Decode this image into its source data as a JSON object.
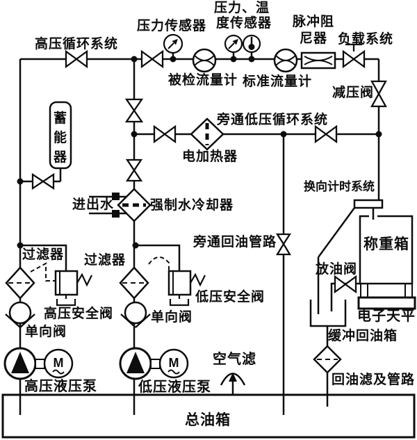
{
  "colors": {
    "line": "#0d0d0d",
    "background": "#ffffff"
  },
  "top": {
    "hp_circulation": "高压循环系统",
    "pressure_sensor": "压力传感器",
    "pt_sensor_line1": "压力、温",
    "pt_sensor_line2": "度传感器",
    "pulse_damper_line1": "脉冲阻",
    "pulse_damper_line2": "尼器",
    "load_system": "负载系统",
    "tested_flowmeter": "被检流量计",
    "standard_flowmeter": "标准流量计",
    "pressure_reducing_valve": "减压阀"
  },
  "middle": {
    "accumulator": "蓄能器",
    "bypass_lp_circulation": "旁通低压循环系统",
    "electric_heater": "电加热器",
    "water_in_out": "进出水",
    "forced_water_cooler": "强制水冷却器",
    "bypass_oil_return": "旁通回油管路",
    "reversing_timing": "换向计时系统"
  },
  "left": {
    "filter_hp": "过滤器",
    "filter_lp": "过滤器",
    "hp_safety_valve": "高压安全阀",
    "lp_safety_valve": "低压安全阀",
    "check_valve_hp": "单向阀",
    "check_valve_lp": "单向阀",
    "hp_pump": "高压液压泵",
    "lp_pump": "低压液压泵",
    "motor": "M"
  },
  "right": {
    "weighing_tank": "称重箱",
    "oil_drain_valve": "放油阀",
    "electronic_balance": "电子天平",
    "buffer_return_tank": "缓冲回油箱",
    "return_oil_filter": "回油滤及管路"
  },
  "bottom": {
    "air_filter": "空气滤",
    "main_oil_tank": "总油箱"
  }
}
